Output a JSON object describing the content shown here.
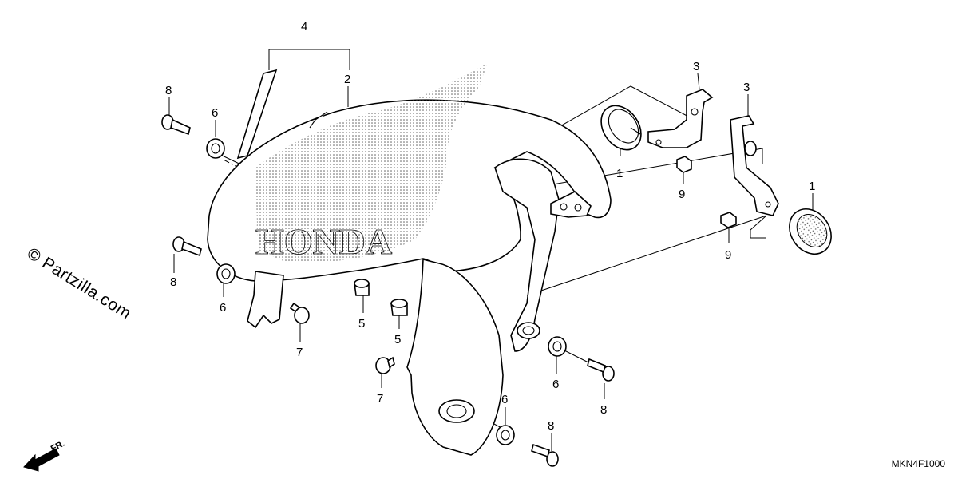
{
  "watermark": "© Partzilla.com",
  "diagram_code": "MKN4F1000",
  "direction_label": "FR.",
  "brand_text": "HONDA",
  "callouts": [
    {
      "id": "c4",
      "label": "4"
    },
    {
      "id": "c2",
      "label": "2"
    },
    {
      "id": "c8a",
      "label": "8"
    },
    {
      "id": "c6a",
      "label": "6"
    },
    {
      "id": "c3a",
      "label": "3"
    },
    {
      "id": "c3b",
      "label": "3"
    },
    {
      "id": "c1a",
      "label": "1"
    },
    {
      "id": "c9a",
      "label": "9"
    },
    {
      "id": "c1b",
      "label": "1"
    },
    {
      "id": "c9b",
      "label": "9"
    },
    {
      "id": "c8b",
      "label": "8"
    },
    {
      "id": "c6b",
      "label": "6"
    },
    {
      "id": "c7a",
      "label": "7"
    },
    {
      "id": "c5a",
      "label": "5"
    },
    {
      "id": "c5b",
      "label": "5"
    },
    {
      "id": "c6c",
      "label": "6"
    },
    {
      "id": "c8c",
      "label": "8"
    },
    {
      "id": "c7b",
      "label": "7"
    },
    {
      "id": "c6d",
      "label": "6"
    },
    {
      "id": "c8d",
      "label": "8"
    }
  ],
  "colors": {
    "line": "#000000",
    "stipple": "#555555",
    "background": "#ffffff"
  }
}
